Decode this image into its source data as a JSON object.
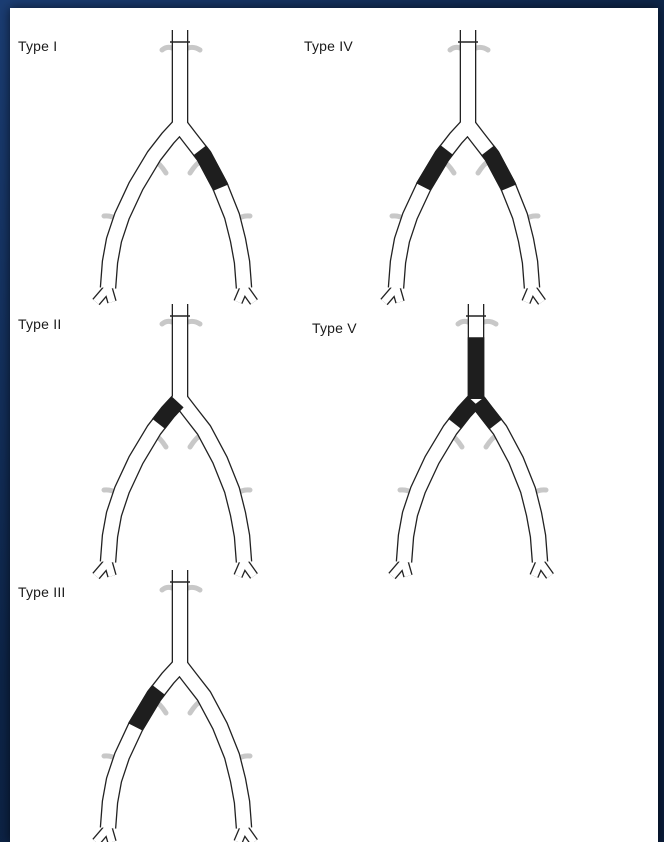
{
  "panels": [
    {
      "label": "Type I",
      "occluded_segments": [
        "right-common-iliac"
      ]
    },
    {
      "label": "Type IV",
      "occluded_segments": [
        "left-common-iliac",
        "right-common-iliac"
      ]
    },
    {
      "label": "Type II",
      "occluded_segments": [
        "left-common-iliac-proximal"
      ]
    },
    {
      "label": "Type V",
      "occluded_segments": [
        "distal-aorta",
        "left-common-iliac-proximal",
        "right-common-iliac-proximal"
      ]
    },
    {
      "label": "Type III",
      "occluded_segments": [
        "left-common-iliac"
      ]
    }
  ],
  "colors": {
    "background": "#0f2a52",
    "canvas": "#ffffff",
    "vessel_outline": "#222222",
    "vessel_fill": "#ffffff",
    "occlusion": "#1e1e1e",
    "branch_stub": "#c8c8c8"
  }
}
